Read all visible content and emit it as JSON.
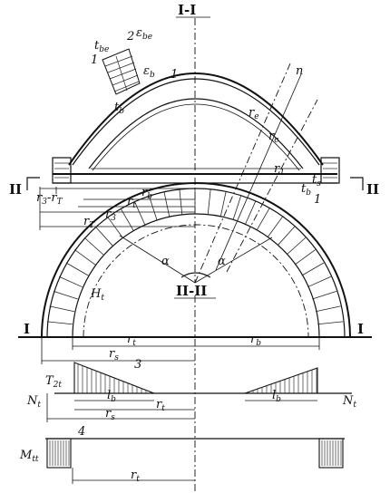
{
  "section_top": "I-I",
  "section_mid": "II-II",
  "marker_II": "II",
  "marker_I": "I",
  "labels": {
    "n1": "1",
    "n2": "2",
    "n3": "3",
    "n4": "4",
    "tbe": "t",
    "tbe_sub": "be",
    "ebe": "ε",
    "ebe_sub": "be",
    "eb": "ε",
    "eb_sub": "b",
    "tb": "t",
    "tb_sub": "b",
    "rb": "r",
    "rb_sub": "b",
    "rt": "r",
    "rt_sub": "t",
    "r3": "r",
    "r3_sub": "3",
    "rT": "r",
    "rT_sub": "T",
    "r3mr": "r",
    "r3mr_sub": "3",
    "r3mr_mid": "-r",
    "r3mr_sub2": "T",
    "re": "r",
    "re_sub": "e",
    "rc": "r",
    "rc_sub": "c",
    "r1": "r",
    "r1_sub": "1",
    "ts": "t",
    "ts_sub": "s",
    "alpha": "α",
    "Ht": "H",
    "Ht_sub": "t",
    "rs": "r",
    "rs_sub": "s",
    "lb": "l",
    "lb_sub": "b",
    "T2t": "T",
    "T2t_sub": "2t",
    "Nt": "N",
    "Nt_sub": "t",
    "Mtt": "M",
    "Mtt_sub": "tt"
  }
}
